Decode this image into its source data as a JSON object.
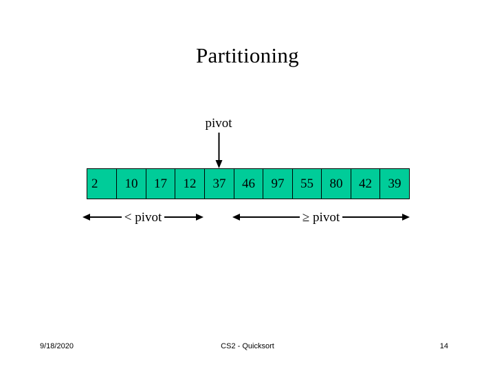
{
  "slide": {
    "title": "Partitioning",
    "pivot_label": "pivot",
    "array": {
      "values": [
        "2",
        "10",
        "17",
        "12",
        "37",
        "46",
        "97",
        "55",
        "80",
        "42",
        "39"
      ],
      "cell_fill_color": "#00CC99",
      "border_color": "#000000"
    },
    "ranges": [
      {
        "label": "< pivot"
      },
      {
        "label": "≥ pivot"
      }
    ],
    "footer": {
      "date": "9/18/2020",
      "center": "CS2 - Quicksort",
      "page_number": "14"
    }
  }
}
